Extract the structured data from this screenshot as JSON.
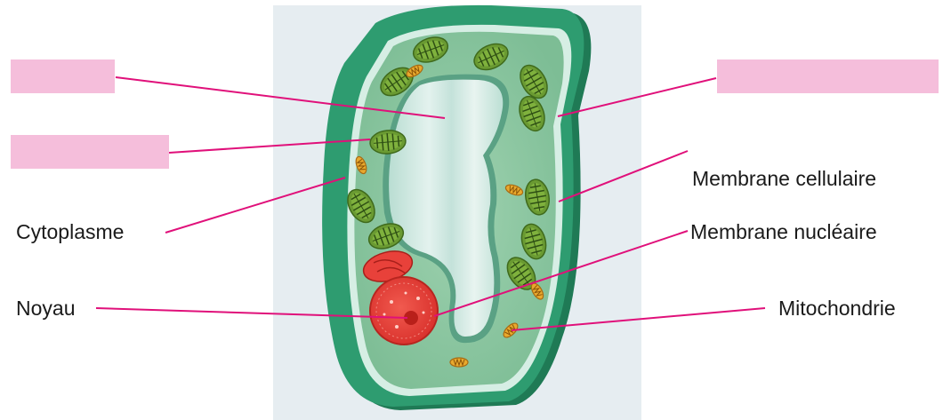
{
  "labels": {
    "cytoplasm": "Cytoplasme",
    "nucleus": "Noyau",
    "cell_membrane": "Membrane cellulaire",
    "nuclear_membrane": "Membrane nucléaire",
    "mitochondrion": "Mitochondrie"
  },
  "blanks": {
    "vacuole": "",
    "chloroplast": "",
    "cell_wall": ""
  },
  "colors": {
    "leader_line": "#e0107a",
    "blank_fill": "#f5bedb",
    "background_panel": "#e6edf1",
    "cell_wall": "#2e9c70",
    "cytoplasm": "#8ec8a2",
    "vacuole": "#c9e6dd",
    "chloroplast": "#6a9a32",
    "mitochondrion": "#e8a92e",
    "nucleus": "#e8413a"
  }
}
